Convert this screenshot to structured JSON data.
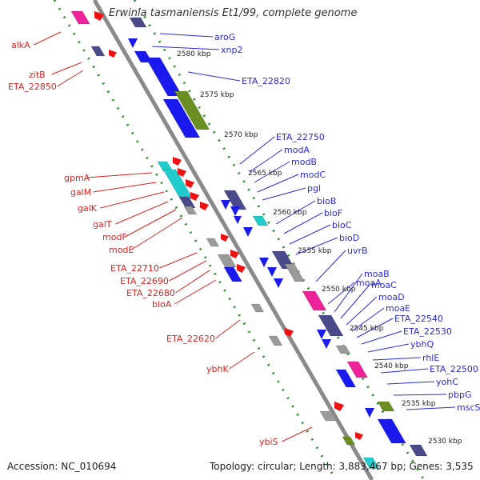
{
  "title": "Erwinia tasmaniensis Et1/99, complete genome",
  "footer": {
    "accession": "Accession: NC_010694",
    "summary": "Topology: circular; Length: 3,883,467 bp; Genes: 3,535"
  },
  "colors": {
    "plus_label": "#2b2bdd",
    "minus_label": "#dd2222",
    "backbone": "#8a8a8a",
    "ruler_dots": "#2d8a2d",
    "gene_blue": "#1a1aee",
    "gene_red": "#ee1111",
    "gene_green": "#6b8e23",
    "gene_cyan": "#22cccc",
    "gene_navy": "#4a4a8a",
    "gene_pink": "#ee2299",
    "gene_gray": "#9a9a9a"
  },
  "scale_labels": [
    "2580 kbp",
    "2575 kbp",
    "2570 kbp",
    "2565 kbp",
    "2560 kbp",
    "2555 kbp",
    "2550 kbp",
    "2545 kbp",
    "2540 kbp",
    "2535 kbp",
    "2530 kbp"
  ],
  "plus_strand_genes": [
    "aroG",
    "xnp2",
    "ETA_22820",
    "ETA_22750",
    "modA",
    "modB",
    "modC",
    "pgl",
    "bioB",
    "bioF",
    "bioC",
    "bioD",
    "uvrB",
    "moaA",
    "moaB",
    "moaC",
    "moaD",
    "moaE",
    "ETA_22540",
    "ETA_22530",
    "ybhQ",
    "rhlE",
    "ETA_22500",
    "yohC",
    "pbpG",
    "mscS"
  ],
  "minus_strand_genes": [
    "alkA",
    "zitB",
    "ETA_22850",
    "gpmA",
    "galM",
    "galK",
    "galT",
    "modF",
    "modE",
    "ETA_22710",
    "ETA_22690",
    "ETA_22680",
    "bioA",
    "ETA_22620",
    "ybhK",
    "ybiS"
  ]
}
